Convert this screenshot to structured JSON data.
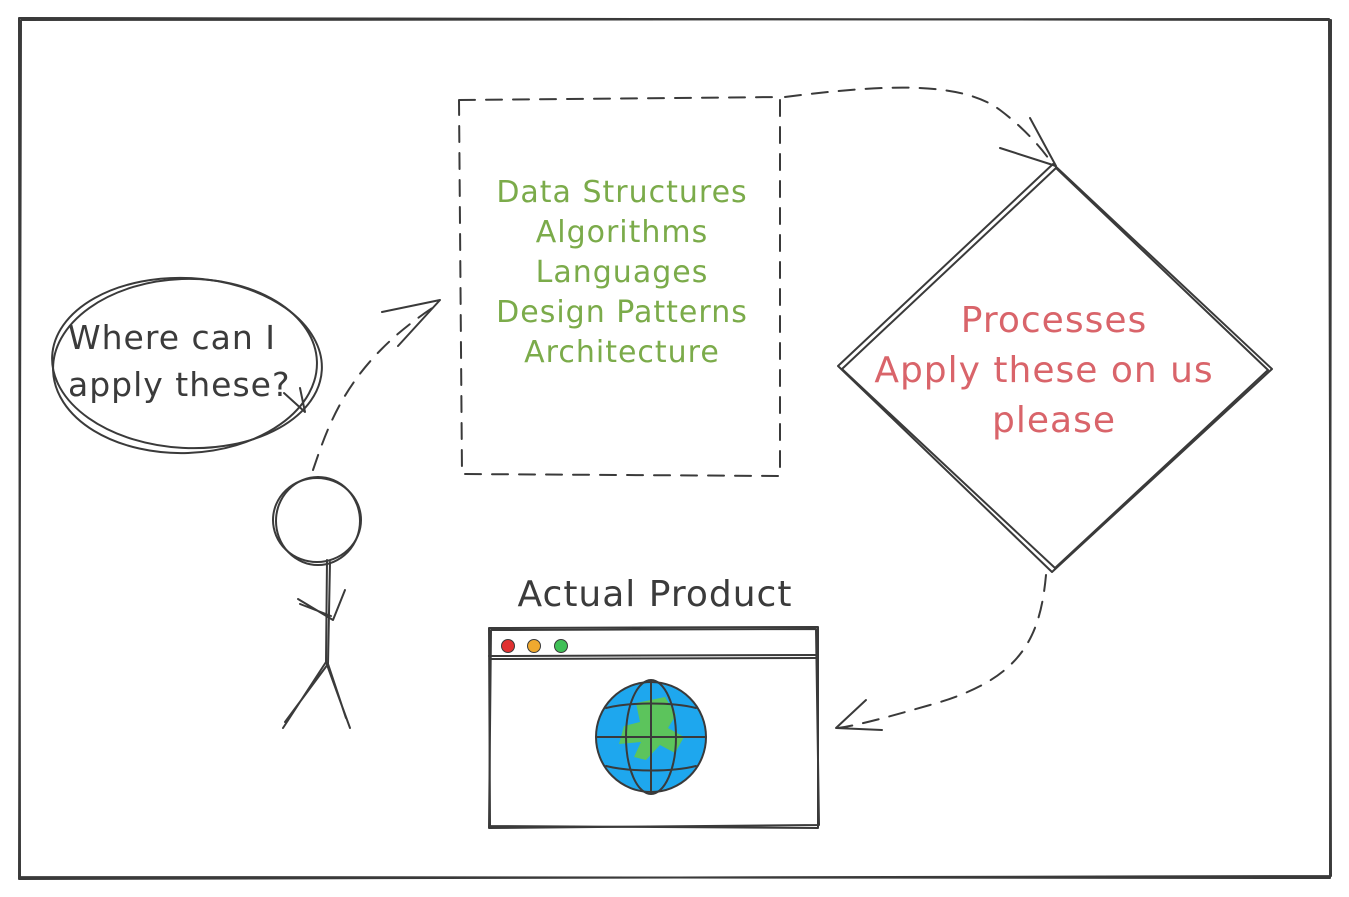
{
  "speech_bubble": {
    "line1": "Where can I",
    "line2": "apply these?"
  },
  "concepts_box": {
    "items": [
      "Data Structures",
      "Algorithms",
      "Languages",
      "Design Patterns",
      "Architecture"
    ]
  },
  "process_diamond": {
    "line1": "Processes",
    "line2": "Apply these on us",
    "line3": "please"
  },
  "product": {
    "title": "Actual Product",
    "window_dots": [
      "red-dot",
      "yellow-dot",
      "green-dot"
    ],
    "icon": "globe-icon"
  },
  "person": {
    "icon": "stick-figure-icon"
  },
  "colors": {
    "ink": "#3a3a3a",
    "green_text": "#7bab4a",
    "red_text": "#d9646a",
    "globe_ocean": "#1ea7ee",
    "globe_land": "#5cc45c",
    "dot_red": "#e03131",
    "dot_yellow": "#f0a92f",
    "dot_green": "#40c057"
  }
}
